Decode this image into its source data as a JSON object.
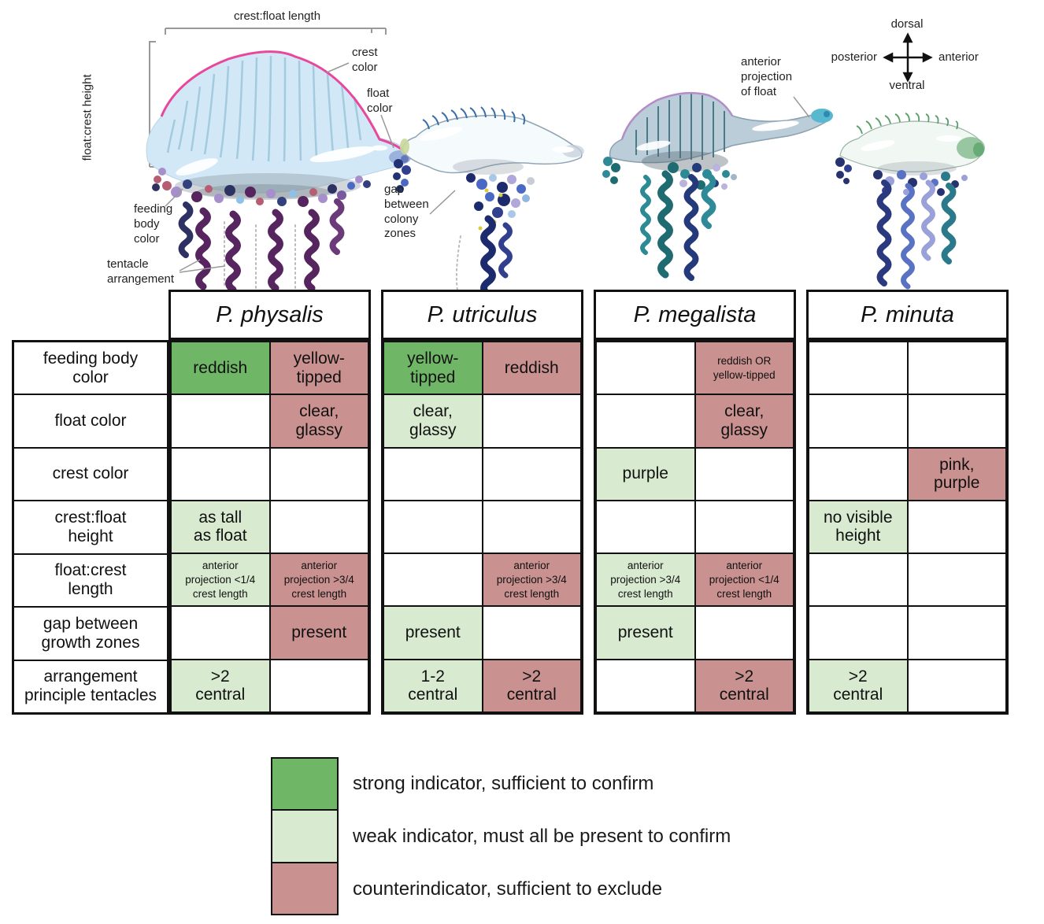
{
  "figure": {
    "annotations": {
      "crest_float_length": "crest:float length",
      "float_crest_height": "float:crest height",
      "crest_color": "crest\ncolor",
      "float_color": "float\ncolor",
      "feeding_body_color": "feeding\nbody\ncolor",
      "tentacle_arrangement": "tentacle\narrangement",
      "gap_between_colony_zones": "gap\nbetween\ncolony\nzones",
      "anterior_projection_of_float": "anterior\nprojection\nof float"
    },
    "compass": {
      "up": "dorsal",
      "down": "ventral",
      "left": "posterior",
      "right": "anterior"
    }
  },
  "colors": {
    "strong": "#6fb766",
    "weak": "#d8ead0",
    "counter": "#c9918f",
    "empty": "#ffffff"
  },
  "table": {
    "row_headers": [
      "feeding body\ncolor",
      "float color",
      "crest color",
      "crest:float\nheight",
      "float:crest\nlength",
      "gap between\ngrowth zones",
      "arrangement\nprinciple tentacles"
    ],
    "species": [
      {
        "name": "P. physalis",
        "rows": [
          [
            {
              "text": "reddish",
              "type": "strong"
            },
            {
              "text": "yellow-\ntipped",
              "type": "counter"
            }
          ],
          [
            {
              "text": "",
              "type": "empty"
            },
            {
              "text": "clear,\nglassy",
              "type": "counter"
            }
          ],
          [
            {
              "text": "",
              "type": "empty"
            },
            {
              "text": "",
              "type": "empty"
            }
          ],
          [
            {
              "text": "as tall\nas float",
              "type": "weak"
            },
            {
              "text": "",
              "type": "empty"
            }
          ],
          [
            {
              "text": "anterior\nprojection <1/4\ncrest length",
              "type": "weak",
              "small": true
            },
            {
              "text": "anterior\nprojection >3/4\ncrest length",
              "type": "counter",
              "small": true
            }
          ],
          [
            {
              "text": "",
              "type": "empty"
            },
            {
              "text": "present",
              "type": "counter"
            }
          ],
          [
            {
              "text": ">2\ncentral",
              "type": "weak"
            },
            {
              "text": "",
              "type": "empty"
            }
          ]
        ]
      },
      {
        "name": "P. utriculus",
        "rows": [
          [
            {
              "text": "yellow-\ntipped",
              "type": "strong"
            },
            {
              "text": "reddish",
              "type": "counter"
            }
          ],
          [
            {
              "text": "clear,\nglassy",
              "type": "weak"
            },
            {
              "text": "",
              "type": "empty"
            }
          ],
          [
            {
              "text": "",
              "type": "empty"
            },
            {
              "text": "",
              "type": "empty"
            }
          ],
          [
            {
              "text": "",
              "type": "empty"
            },
            {
              "text": "",
              "type": "empty"
            }
          ],
          [
            {
              "text": "",
              "type": "empty"
            },
            {
              "text": "anterior\nprojection >3/4\ncrest length",
              "type": "counter",
              "small": true
            }
          ],
          [
            {
              "text": "present",
              "type": "weak"
            },
            {
              "text": "",
              "type": "empty"
            }
          ],
          [
            {
              "text": "1-2\ncentral",
              "type": "weak"
            },
            {
              "text": ">2\ncentral",
              "type": "counter"
            }
          ]
        ]
      },
      {
        "name": "P. megalista",
        "rows": [
          [
            {
              "text": "",
              "type": "empty"
            },
            {
              "text": "reddish OR\nyellow-tipped",
              "type": "counter",
              "small": true
            }
          ],
          [
            {
              "text": "",
              "type": "empty"
            },
            {
              "text": "clear,\nglassy",
              "type": "counter"
            }
          ],
          [
            {
              "text": "purple",
              "type": "weak"
            },
            {
              "text": "",
              "type": "empty"
            }
          ],
          [
            {
              "text": "",
              "type": "empty"
            },
            {
              "text": "",
              "type": "empty"
            }
          ],
          [
            {
              "text": "anterior\nprojection >3/4\ncrest length",
              "type": "weak",
              "small": true
            },
            {
              "text": "anterior\nprojection <1/4\ncrest length",
              "type": "counter",
              "small": true
            }
          ],
          [
            {
              "text": "present",
              "type": "weak"
            },
            {
              "text": "",
              "type": "empty"
            }
          ],
          [
            {
              "text": "",
              "type": "empty"
            },
            {
              "text": ">2\ncentral",
              "type": "counter"
            }
          ]
        ]
      },
      {
        "name": "P. minuta",
        "rows": [
          [
            {
              "text": "",
              "type": "empty"
            },
            {
              "text": "",
              "type": "empty"
            }
          ],
          [
            {
              "text": "",
              "type": "empty"
            },
            {
              "text": "",
              "type": "empty"
            }
          ],
          [
            {
              "text": "",
              "type": "empty"
            },
            {
              "text": "pink,\npurple",
              "type": "counter"
            }
          ],
          [
            {
              "text": "no visible\nheight",
              "type": "weak"
            },
            {
              "text": "",
              "type": "empty"
            }
          ],
          [
            {
              "text": "",
              "type": "empty"
            },
            {
              "text": "",
              "type": "empty"
            }
          ],
          [
            {
              "text": "",
              "type": "empty"
            },
            {
              "text": "",
              "type": "empty"
            }
          ],
          [
            {
              "text": ">2\ncentral",
              "type": "weak"
            },
            {
              "text": "",
              "type": "empty"
            }
          ]
        ]
      }
    ]
  },
  "legend": [
    {
      "type": "strong",
      "label": "strong indicator, sufficient to confirm"
    },
    {
      "type": "weak",
      "label": "weak indicator, must all be present to confirm"
    },
    {
      "type": "counter",
      "label": "counterindicator, sufficient to exclude"
    }
  ]
}
